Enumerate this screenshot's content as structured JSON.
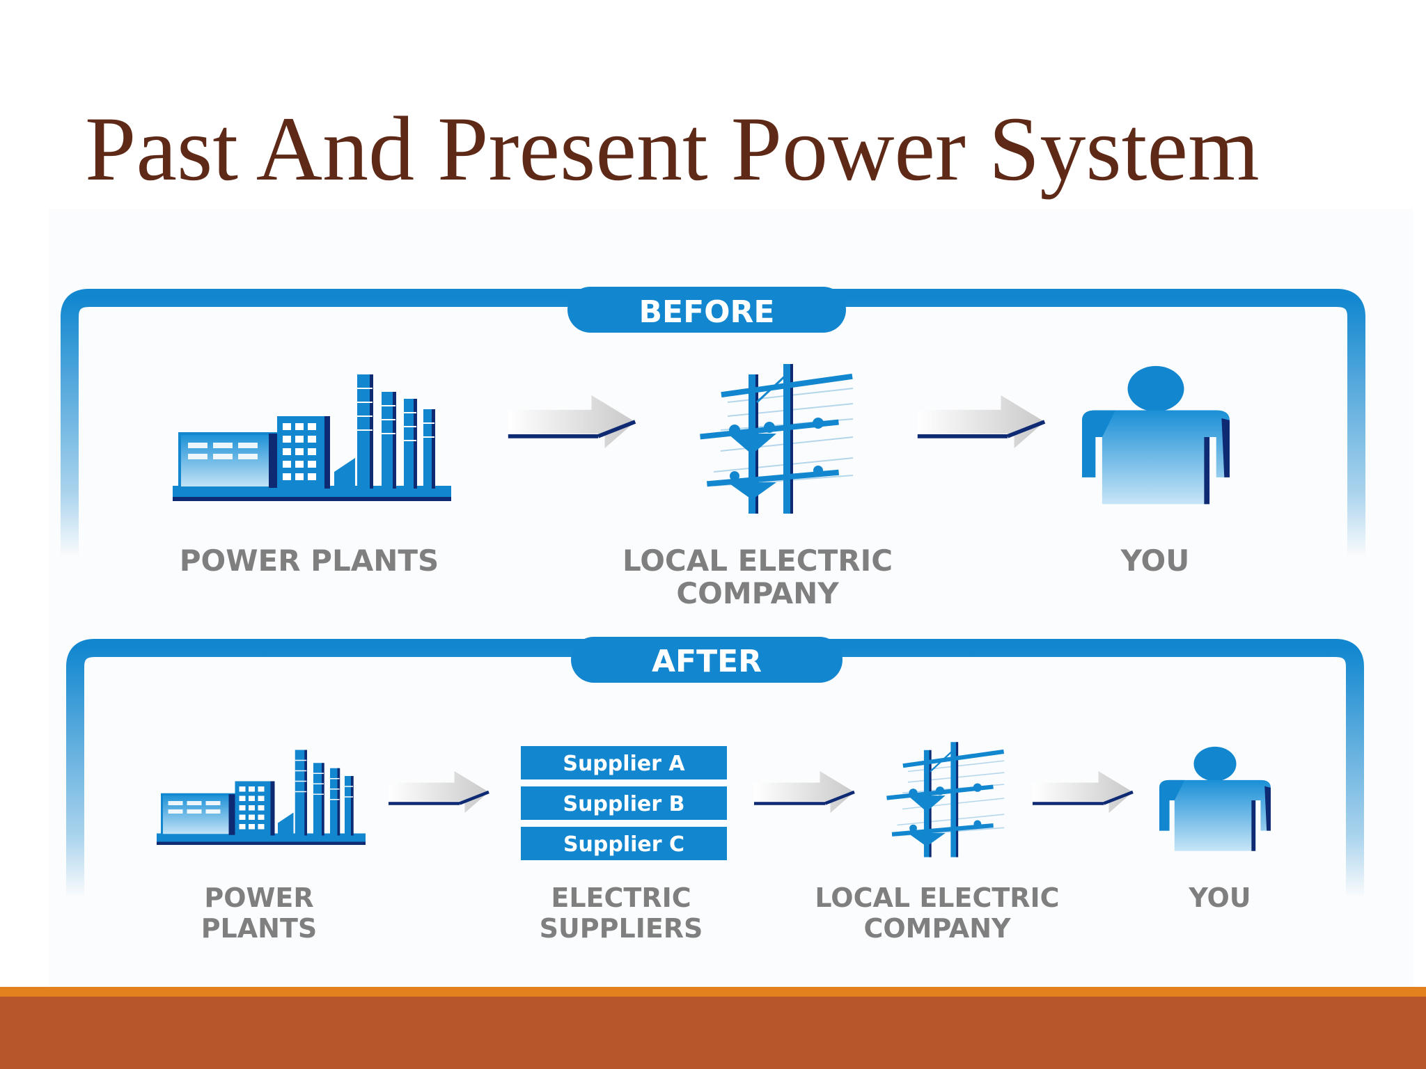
{
  "title": "Past And Present Power System",
  "before": {
    "heading": "BEFORE",
    "steps": [
      "POWER PLANTS",
      "LOCAL ELECTRIC COMPANY",
      "YOU"
    ],
    "label_lines": {
      "plants": "POWER PLANTS",
      "company_line1": "LOCAL ELECTRIC",
      "company_line2": "COMPANY",
      "you": "YOU"
    }
  },
  "after": {
    "heading": "AFTER",
    "suppliers": [
      "Supplier A",
      "Supplier B",
      "Supplier C"
    ],
    "label_lines": {
      "plants_line1": "POWER",
      "plants_line2": "PLANTS",
      "suppliers_line1": "ELECTRIC",
      "suppliers_line2": "SUPPLIERS",
      "company_line1": "LOCAL ELECTRIC",
      "company_line2": "COMPANY",
      "you": "YOU"
    }
  },
  "colors": {
    "title": "#5e2a17",
    "accent_blue": "#1287cf",
    "dark_blue": "#0d2a73",
    "label_gray": "#7f7f7f",
    "footer_orange": "#e3811f",
    "footer_rust": "#b8562b"
  },
  "icons": [
    "factory-icon",
    "power-pole-icon",
    "person-icon",
    "arrow-right-icon"
  ]
}
